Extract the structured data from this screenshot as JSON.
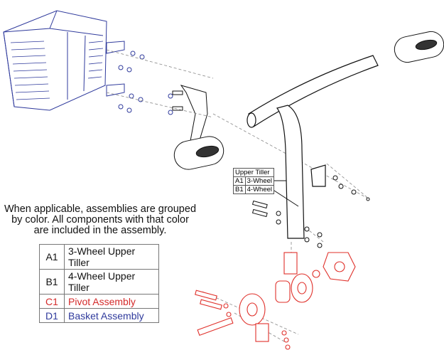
{
  "note": {
    "line1": "When applicable, assemblies are grouped",
    "line2": "by color. All components with that color",
    "line3": "are included in the assembly."
  },
  "legend": [
    {
      "code": "A1",
      "label": "3-Wheel Upper Tiller",
      "color": "#111111"
    },
    {
      "code": "B1",
      "label": "4-Wheel Upper Tiller",
      "color": "#111111"
    },
    {
      "code": "C1",
      "label": "Pivot Assembly",
      "color": "#d42a2a"
    },
    {
      "code": "D1",
      "label": "Basket Assembly",
      "color": "#2f3a9c"
    }
  ],
  "callout": {
    "title": "Upper Tiller",
    "rows": [
      {
        "code": "A1",
        "label": "3-Wheel"
      },
      {
        "code": "B1",
        "label": "4-Wheel"
      }
    ]
  },
  "colors": {
    "basket": "#2f3a9c",
    "pivot": "#e0302a",
    "tiller": "#111111"
  }
}
